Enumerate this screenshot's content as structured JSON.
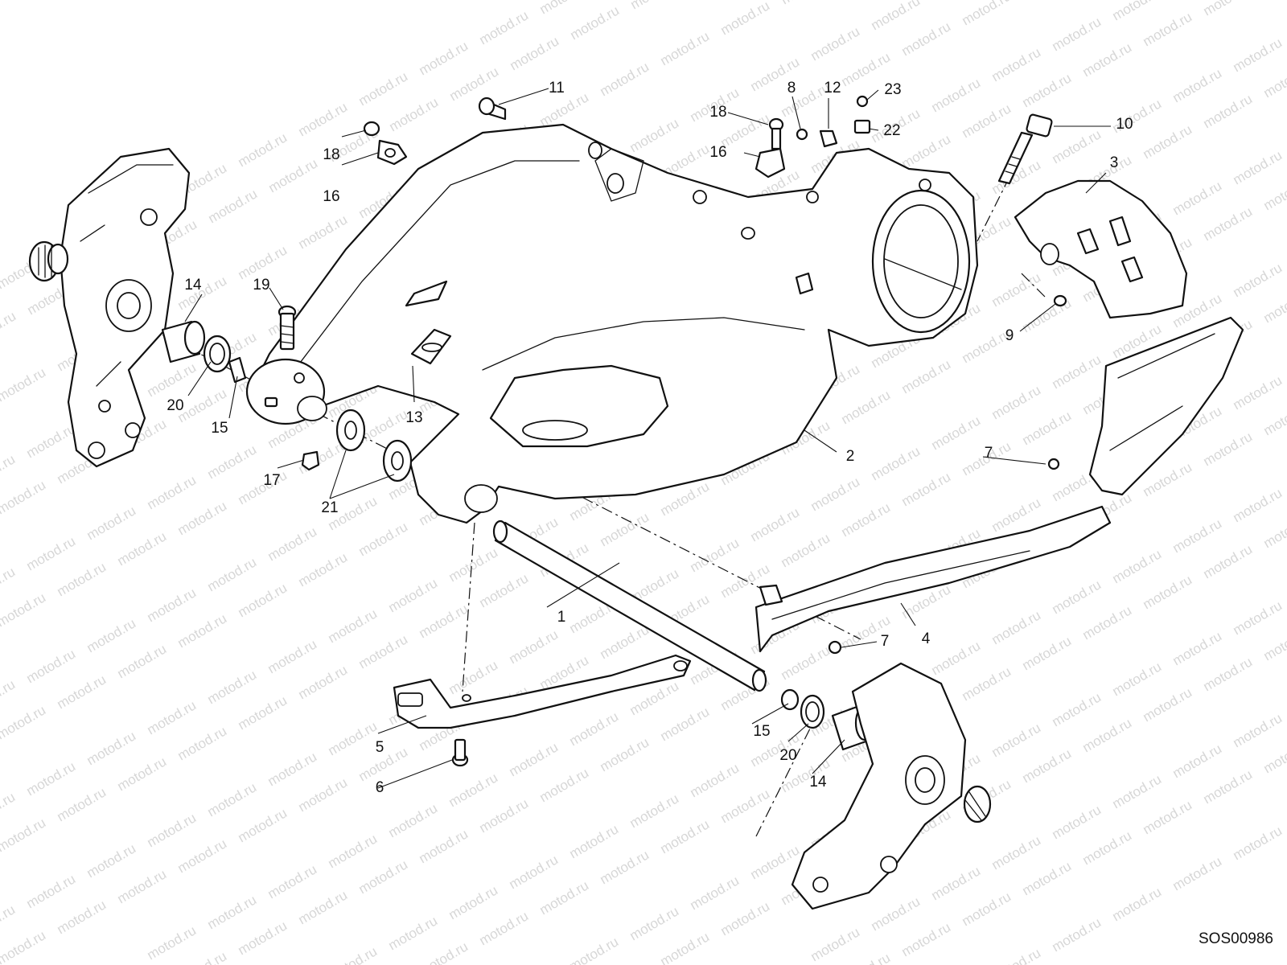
{
  "watermark": "motod.ru",
  "diagram_code": "SOS00986",
  "callouts": [
    {
      "id": "c1",
      "label": "1"
    },
    {
      "id": "c2",
      "label": "2"
    },
    {
      "id": "c3",
      "label": "3"
    },
    {
      "id": "c4",
      "label": "4"
    },
    {
      "id": "c5",
      "label": "5"
    },
    {
      "id": "c6",
      "label": "6"
    },
    {
      "id": "c7a",
      "label": "7"
    },
    {
      "id": "c7b",
      "label": "7"
    },
    {
      "id": "c8",
      "label": "8"
    },
    {
      "id": "c9",
      "label": "9"
    },
    {
      "id": "c10",
      "label": "10"
    },
    {
      "id": "c11",
      "label": "11"
    },
    {
      "id": "c12",
      "label": "12"
    },
    {
      "id": "c13",
      "label": "13"
    },
    {
      "id": "c14a",
      "label": "14"
    },
    {
      "id": "c14b",
      "label": "14"
    },
    {
      "id": "c15a",
      "label": "15"
    },
    {
      "id": "c15b",
      "label": "15"
    },
    {
      "id": "c16a",
      "label": "16"
    },
    {
      "id": "c16b",
      "label": "16"
    },
    {
      "id": "c17",
      "label": "17"
    },
    {
      "id": "c18a",
      "label": "18"
    },
    {
      "id": "c18b",
      "label": "18"
    },
    {
      "id": "c19",
      "label": "19"
    },
    {
      "id": "c20a",
      "label": "20"
    },
    {
      "id": "c20b",
      "label": "20"
    },
    {
      "id": "c21",
      "label": "21"
    },
    {
      "id": "c22",
      "label": "22"
    },
    {
      "id": "c23",
      "label": "23"
    }
  ]
}
